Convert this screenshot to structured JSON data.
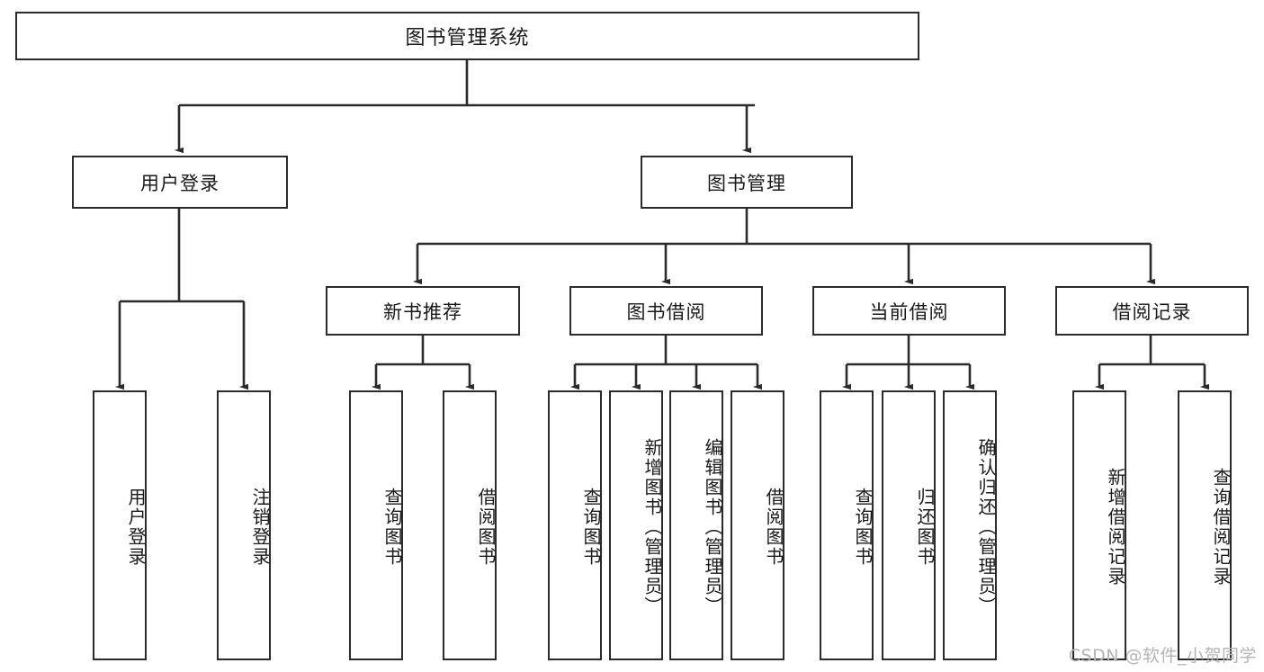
{
  "diagram": {
    "title": "图书管理系统",
    "type": "tree-hierarchy",
    "watermark": "CSDN @软件_小贺同学",
    "colors": {
      "stroke": "#2b2b2b",
      "fill": "#ffffff",
      "text": "#1a1a1a",
      "watermark": "#b4b4b4"
    },
    "levels": {
      "root": {
        "label": "图书管理系统"
      },
      "level1": [
        {
          "id": "user-login",
          "label": "用户登录"
        },
        {
          "id": "book-management",
          "label": "图书管理"
        }
      ],
      "level2": [
        {
          "id": "new-book-recommend",
          "label": "新书推荐",
          "parent": "book-management"
        },
        {
          "id": "book-borrow",
          "label": "图书借阅",
          "parent": "book-management"
        },
        {
          "id": "current-borrow",
          "label": "当前借阅",
          "parent": "book-management"
        },
        {
          "id": "borrow-record",
          "label": "借阅记录",
          "parent": "book-management"
        }
      ],
      "leaves": {
        "user_login": [
          {
            "id": "leaf-user-login",
            "label": "用户登录"
          },
          {
            "id": "leaf-logout-login",
            "label": "注销登录"
          }
        ],
        "new_book_recommend": [
          {
            "id": "leaf-query-book-1",
            "label": "查询图书"
          },
          {
            "id": "leaf-borrow-book-1",
            "label": "借阅图书"
          }
        ],
        "book_borrow": [
          {
            "id": "leaf-query-book-2",
            "label": "查询图书"
          },
          {
            "id": "leaf-add-book",
            "label": "新增图书（管理员）"
          },
          {
            "id": "leaf-edit-book",
            "label": "编辑图书（管理员）"
          },
          {
            "id": "leaf-borrow-book-2",
            "label": "借阅图书"
          }
        ],
        "current_borrow": [
          {
            "id": "leaf-query-book-3",
            "label": "查询图书"
          },
          {
            "id": "leaf-return-book",
            "label": "归还图书"
          },
          {
            "id": "leaf-confirm-return",
            "label": "确认归还（管理员）"
          }
        ],
        "borrow_record": [
          {
            "id": "leaf-add-record",
            "label": "新增借阅记录"
          },
          {
            "id": "leaf-query-record",
            "label": "查询借阅记录"
          }
        ]
      }
    }
  }
}
